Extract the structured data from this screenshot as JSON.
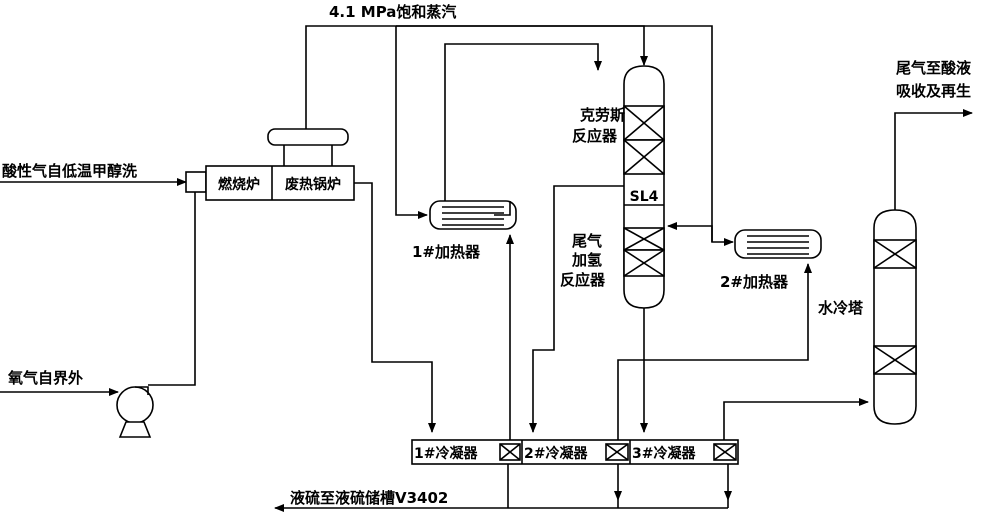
{
  "labels": {
    "steam": "4.1 MPa饱和蒸汽",
    "acid_gas_feed": "酸性气自低温甲醇洗",
    "oxygen_feed": "氧气自界外",
    "burner": "燃烧炉",
    "waste_heat_boiler": "废热锅炉",
    "heater1": "1#加热器",
    "heater2": "2#加热器",
    "claus_reactor_line1": "克劳斯",
    "claus_reactor_line2": "反应器",
    "tail_reactor_line1": "尾气",
    "tail_reactor_line2": "加氢",
    "tail_reactor_line3": "反应器",
    "reactor_tag": "SL4",
    "quench_tower": "水冷塔",
    "tail_gas_out_line1": "尾气至酸液",
    "tail_gas_out_line2": "吸收及再生",
    "condenser1": "1#冷凝器",
    "condenser2": "2#冷凝器",
    "condenser3": "3#冷凝器",
    "liquid_sulfur_out": "液硫至液硫储槽V3402"
  },
  "colors": {
    "line": "#000000",
    "background": "#ffffff"
  }
}
